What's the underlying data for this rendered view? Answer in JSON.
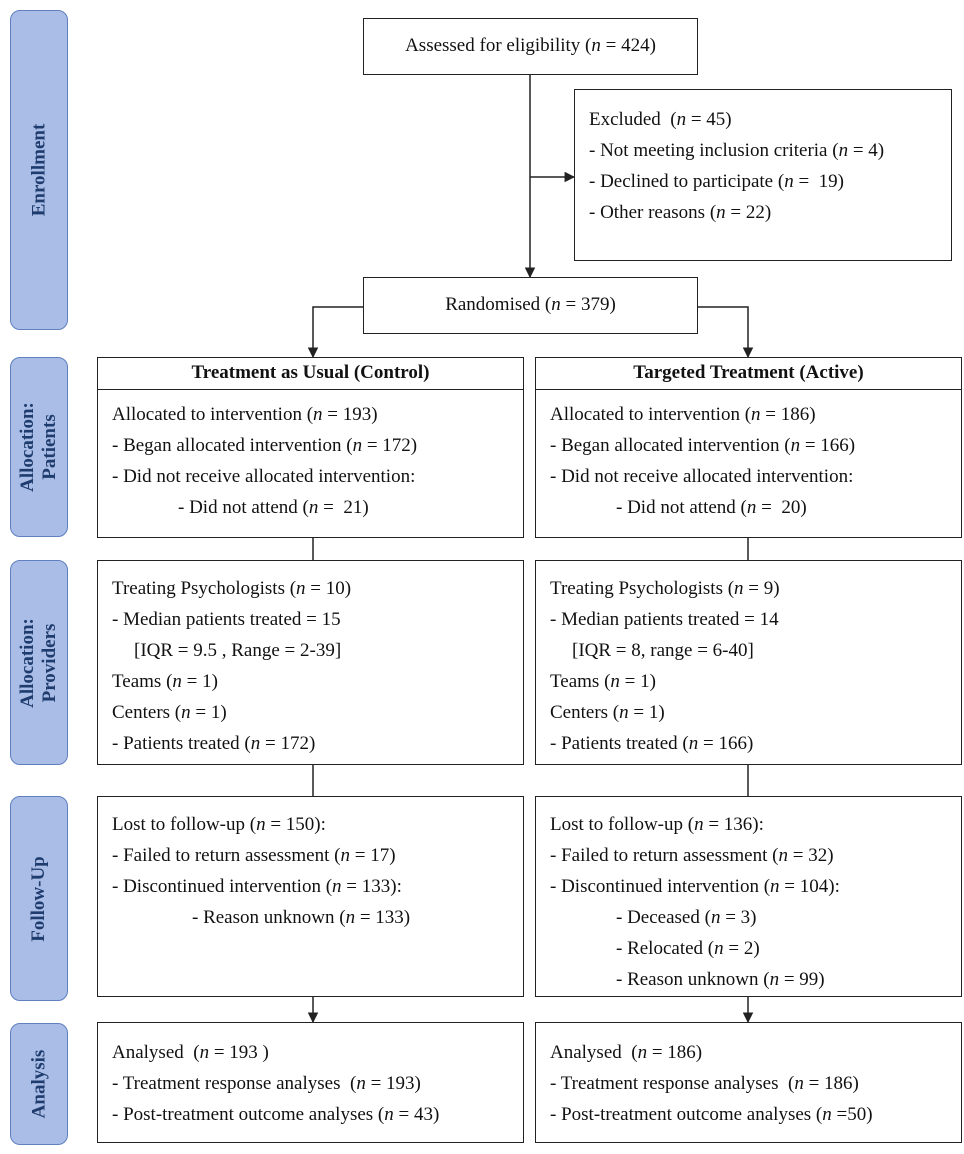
{
  "side_labels": {
    "enrollment": "Enrollment",
    "allocation_patients": "Allocation:\nPatients",
    "allocation_providers": "Allocation:\nProviders",
    "follow_up": "Follow-Up",
    "analysis": "Analysis"
  },
  "n": "n",
  "assessed": {
    "pre": "Assessed for eligibility (",
    "post": " = 424)"
  },
  "excluded": {
    "l1": {
      "pre": "Excluded  (",
      "post": " = 45)"
    },
    "l2": {
      "pre": "- Not meeting inclusion criteria (",
      "post": " = 4)"
    },
    "l3": {
      "pre": "- Declined to participate (",
      "post": " =  19)"
    },
    "l4": {
      "pre": "- Other reasons (",
      "post": " = 22)"
    }
  },
  "randomised": {
    "pre": "Randomised (",
    "post": " = 379)"
  },
  "control": {
    "header": "Treatment as Usual (Control)",
    "patients": {
      "l1": {
        "pre": "Allocated to intervention (",
        "post": " = 193)"
      },
      "l2": {
        "pre": "- Began allocated intervention (",
        "post": " = 172)"
      },
      "l3": "- Did not receive allocated intervention:",
      "l4": {
        "pre": "- Did not attend (",
        "post": " =  21)"
      }
    },
    "providers": {
      "l1": {
        "pre": "Treating Psychologists (",
        "post": " = 10)"
      },
      "l2": "- Median patients treated = 15",
      "l3": "[IQR = 9.5 , Range = 2-39]",
      "l4": {
        "pre": "Teams (",
        "post": " = 1)"
      },
      "l5": {
        "pre": "Centers (",
        "post": " = 1)"
      },
      "l6": {
        "pre": "- Patients treated (",
        "post": " = 172)"
      }
    },
    "followup": {
      "l1": {
        "pre": "Lost to follow-up (",
        "post": " = 150):"
      },
      "l2": {
        "pre": "- Failed to return assessment (",
        "post": " = 17)"
      },
      "l3": {
        "pre": "- Discontinued intervention (",
        "post": " = 133):"
      },
      "l4": {
        "pre": "- Reason unknown (",
        "post": " = 133)"
      }
    },
    "analysis": {
      "l1": {
        "pre": "Analysed  (",
        "post": " = 193 )"
      },
      "l2": {
        "pre": "- Treatment response analyses  (",
        "post": " = 193)"
      },
      "l3": {
        "pre": "- Post-treatment outcome analyses (",
        "post": " = 43)"
      }
    }
  },
  "active": {
    "header": "Targeted Treatment (Active)",
    "patients": {
      "l1": {
        "pre": "Allocated to intervention (",
        "post": " = 186)"
      },
      "l2": {
        "pre": "- Began allocated intervention (",
        "post": " = 166)"
      },
      "l3": "- Did not receive allocated intervention:",
      "l4": {
        "pre": "- Did not attend (",
        "post": " =  20)"
      }
    },
    "providers": {
      "l1": {
        "pre": "Treating Psychologists (",
        "post": " = 9)"
      },
      "l2": "- Median patients treated = 14",
      "l3": "[IQR = 8, range = 6-40]",
      "l4": {
        "pre": "Teams (",
        "post": " = 1)"
      },
      "l5": {
        "pre": "Centers (",
        "post": " = 1)"
      },
      "l6": {
        "pre": "- Patients treated (",
        "post": " = 166)"
      }
    },
    "followup": {
      "l1": {
        "pre": "Lost to follow-up (",
        "post": " = 136):"
      },
      "l2": {
        "pre": "- Failed to return assessment (",
        "post": " = 32)"
      },
      "l3": {
        "pre": "- Discontinued intervention (",
        "post": " = 104):"
      },
      "l4": {
        "pre": "- Deceased (",
        "post": " = 3)"
      },
      "l5": {
        "pre": "- Relocated (",
        "post": " = 2)"
      },
      "l6": {
        "pre": "- Reason unknown (",
        "post": " = 99)"
      }
    },
    "analysis": {
      "l1": {
        "pre": "Analysed  (",
        "post": " = 186)"
      },
      "l2": {
        "pre": "- Treatment response analyses  (",
        "post": " = 186)"
      },
      "l3": {
        "pre": "- Post-treatment outcome analyses (",
        "post": " =50)"
      }
    }
  }
}
